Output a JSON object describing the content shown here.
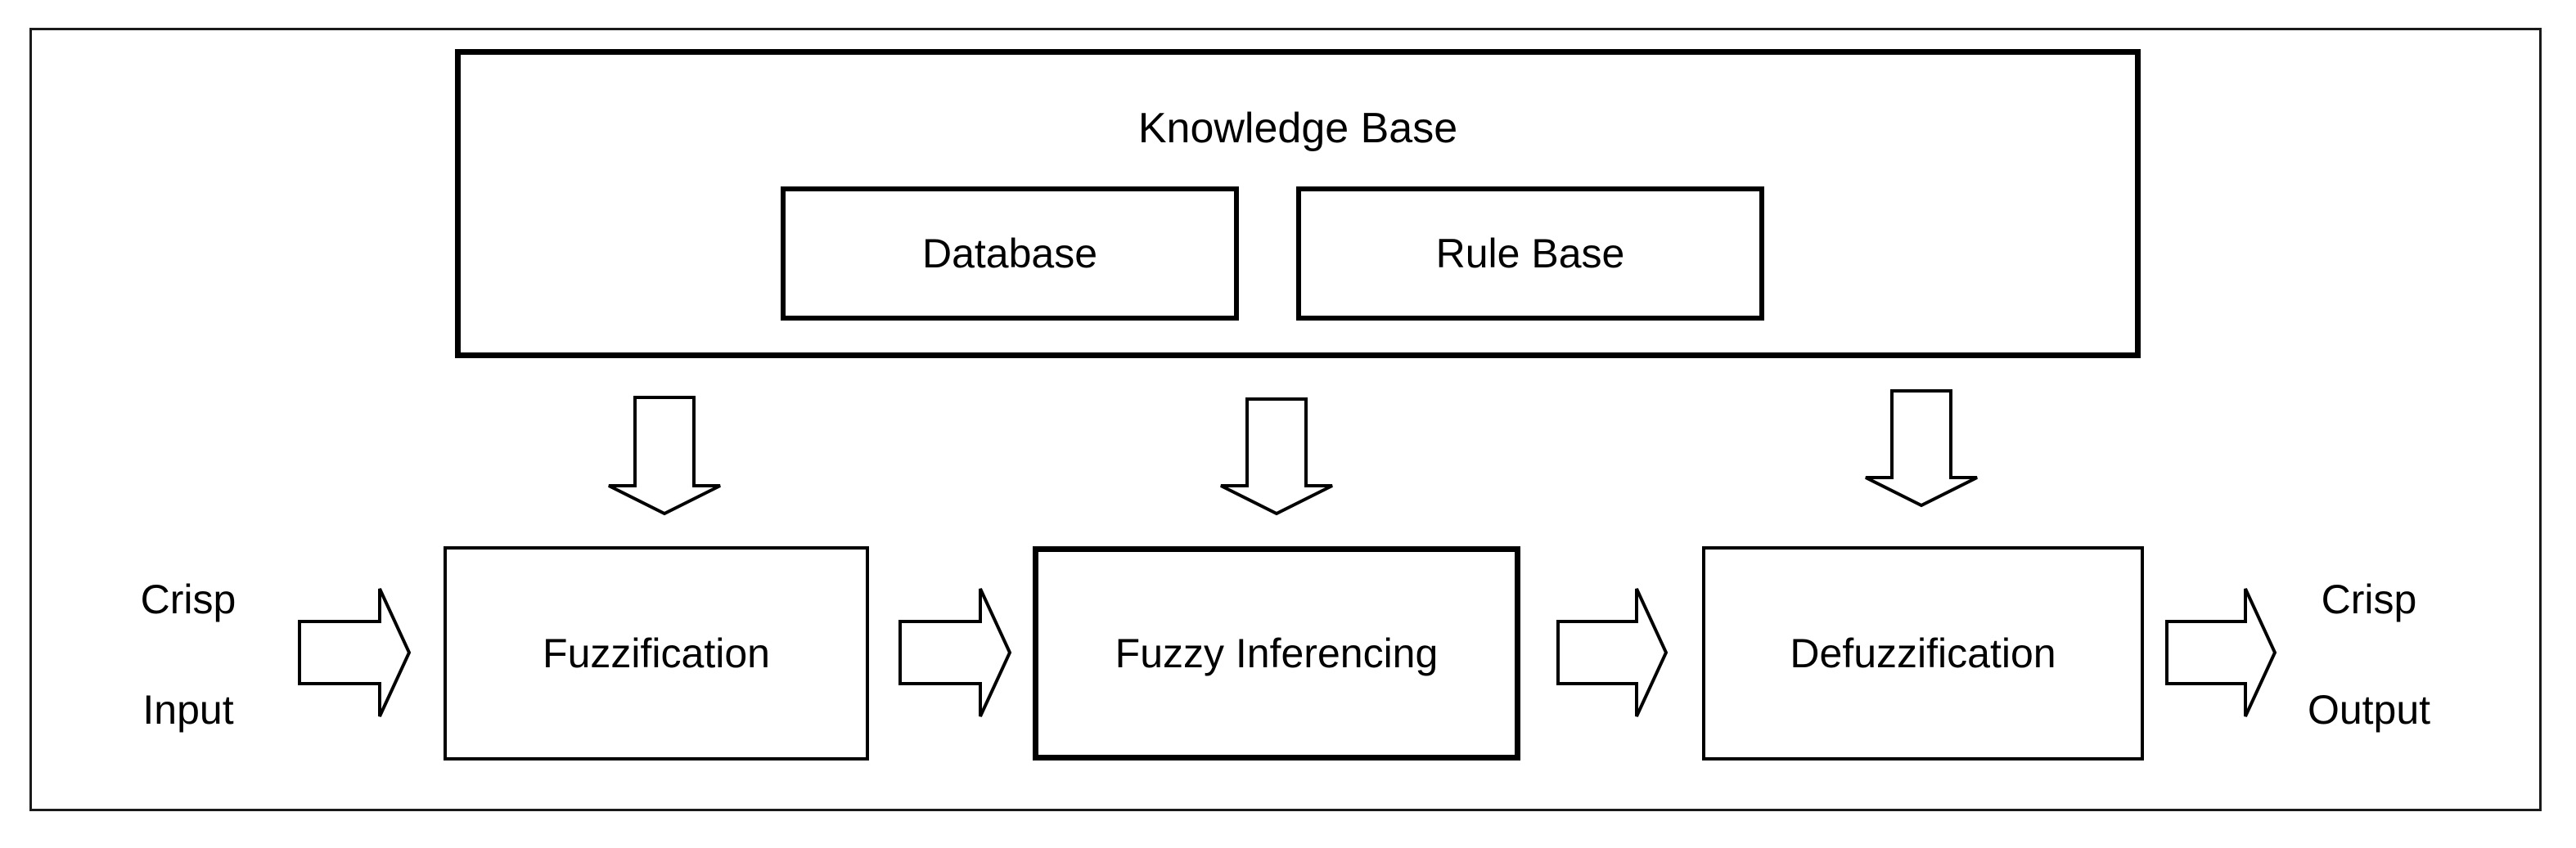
{
  "knowledge_base": {
    "title": "Knowledge Base",
    "database": "Database",
    "rule_base": "Rule Base"
  },
  "stages": {
    "fuzzification": "Fuzzification",
    "inferencing": "Fuzzy Inferencing",
    "defuzzification": "Defuzzification"
  },
  "input": {
    "line1": "Crisp",
    "line2": "Input"
  },
  "output": {
    "line1": "Crisp",
    "line2": "Output"
  }
}
